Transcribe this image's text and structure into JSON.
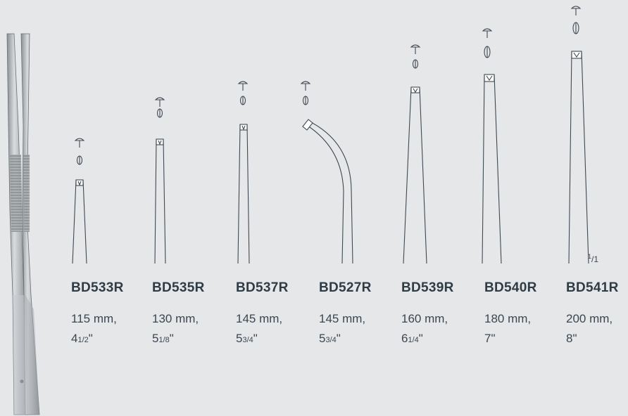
{
  "scale": {
    "num": "1",
    "den": "1"
  },
  "instruments": [
    {
      "code": "BD533R",
      "mm": "115 mm,",
      "inch_whole": "4",
      "inch_frac": "1/2",
      "inch_mark": "\""
    },
    {
      "code": "BD535R",
      "mm": "130 mm,",
      "inch_whole": "5",
      "inch_frac": "1/8",
      "inch_mark": "\""
    },
    {
      "code": "BD537R",
      "mm": "145 mm,",
      "inch_whole": "5",
      "inch_frac": "3/4",
      "inch_mark": "\""
    },
    {
      "code": "BD527R",
      "mm": "145 mm,",
      "inch_whole": "5",
      "inch_frac": "3/4",
      "inch_mark": "\""
    },
    {
      "code": "BD539R",
      "mm": "160 mm,",
      "inch_whole": "6",
      "inch_frac": "1/4",
      "inch_mark": "\""
    },
    {
      "code": "BD540R",
      "mm": "180 mm,",
      "inch_whole": "7",
      "inch_frac": "",
      "inch_mark": "\""
    },
    {
      "code": "BD541R",
      "mm": "200 mm,",
      "inch_whole": "8",
      "inch_frac": "",
      "inch_mark": "\""
    }
  ]
}
